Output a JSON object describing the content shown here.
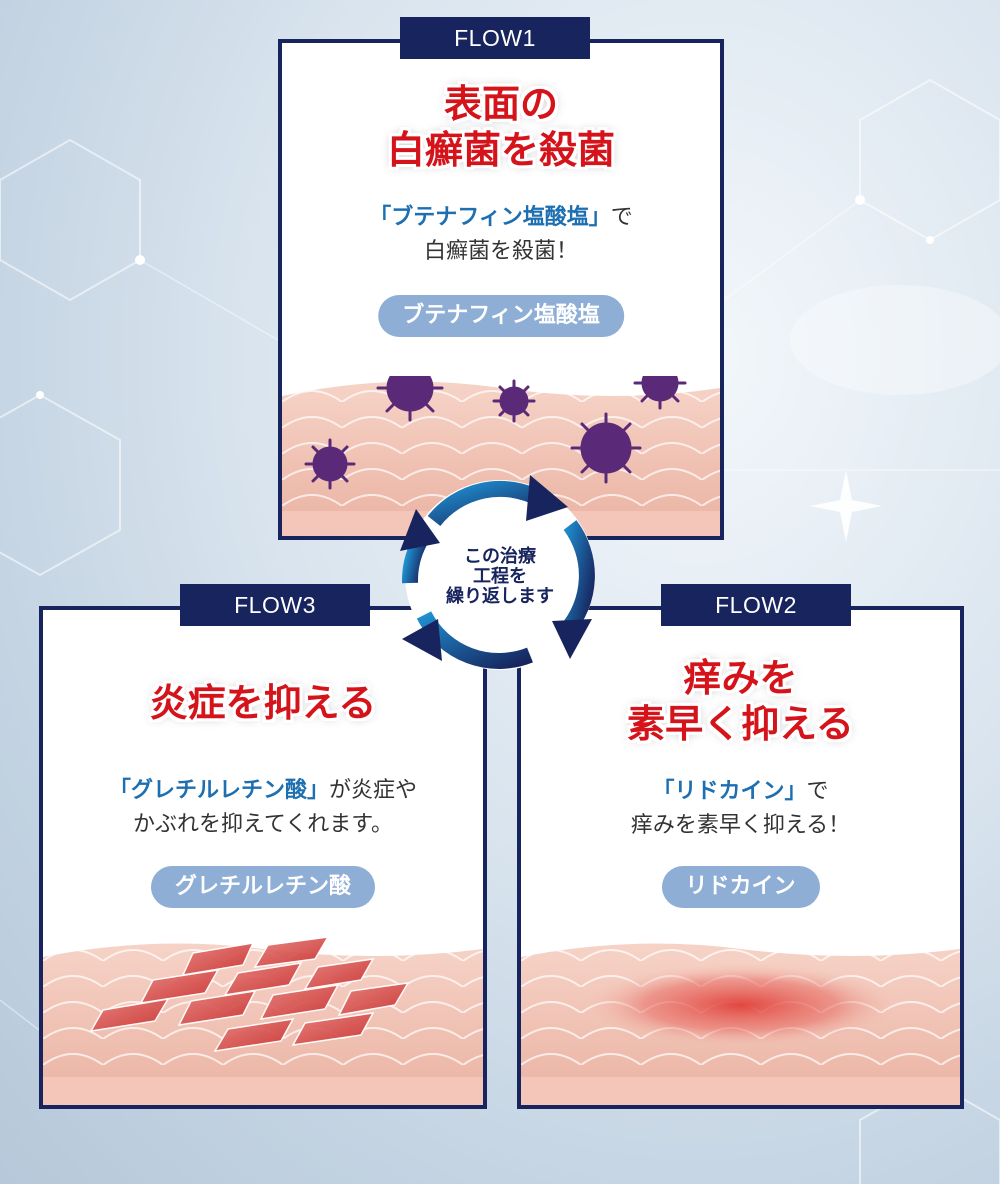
{
  "colors": {
    "navy": "#17245d",
    "red": "#d4131a",
    "blue": "#1d6fb1",
    "pill": "#8eaed6"
  },
  "flow1": {
    "tag": "FLOW1",
    "headline_line1": "表面の",
    "headline_line2": "白癬菌を殺菌",
    "desc_highlight": "「ブテナフィン塩酸塩」",
    "desc_rest1": "で",
    "desc_line2": "白癬菌を殺菌！",
    "pill": "ブテナフィン塩酸塩",
    "illustration": "skin-with-fungus-icon"
  },
  "flow2": {
    "tag": "FLOW2",
    "headline_line1": "痒みを",
    "headline_line2": "素早く抑える",
    "desc_highlight": "「リドカイン」",
    "desc_rest1": "で",
    "desc_line2": "痒みを素早く抑える！",
    "pill": "リドカイン",
    "illustration": "skin-with-redness-icon"
  },
  "flow3": {
    "tag": "FLOW3",
    "headline_line1": "炎症を抑える",
    "desc_highlight": "「グレチルレチン酸」",
    "desc_rest1": "が炎症や",
    "desc_line2": "かぶれを抑えてくれます。",
    "pill": "グレチルレチン酸",
    "illustration": "skin-with-inflammation-icon"
  },
  "cycle": {
    "line1": "この治療",
    "line2": "工程を",
    "line3": "繰り返します",
    "icon": "cycle-arrows-icon"
  }
}
